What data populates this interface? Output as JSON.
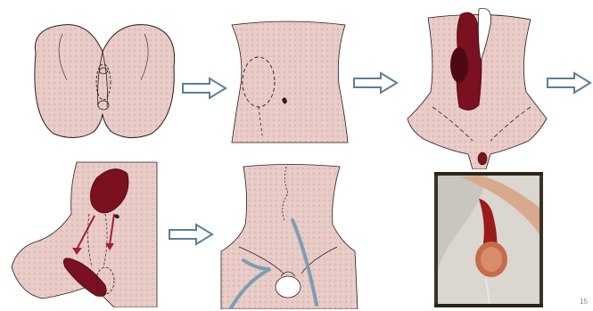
{
  "colors": {
    "skin": "#e8cbc7",
    "skin_speckle": "#d4aaa6",
    "outline": "#2b1e1e",
    "flap": "#7a1020",
    "flap_dark": "#4e0a14",
    "arrow_fill": "#ffffff",
    "arrow_stroke": "#5c7f99",
    "blue_drain": "#7d9db3",
    "red_arrow": "#a0212d"
  },
  "panels": [
    {
      "id": "perineum-defect",
      "icon": "anatomy-sketch"
    },
    {
      "id": "abdomen-marking",
      "icon": "anatomy-sketch"
    },
    {
      "id": "flap-raised",
      "icon": "anatomy-sketch"
    },
    {
      "id": "flap-transposition",
      "icon": "anatomy-sketch"
    },
    {
      "id": "closure-result",
      "icon": "anatomy-sketch"
    },
    {
      "id": "intraoperative-photo",
      "icon": "photograph"
    }
  ],
  "arrows": [
    "right-arrow",
    "right-arrow",
    "right-arrow",
    "right-arrow"
  ],
  "slide_number": "15"
}
